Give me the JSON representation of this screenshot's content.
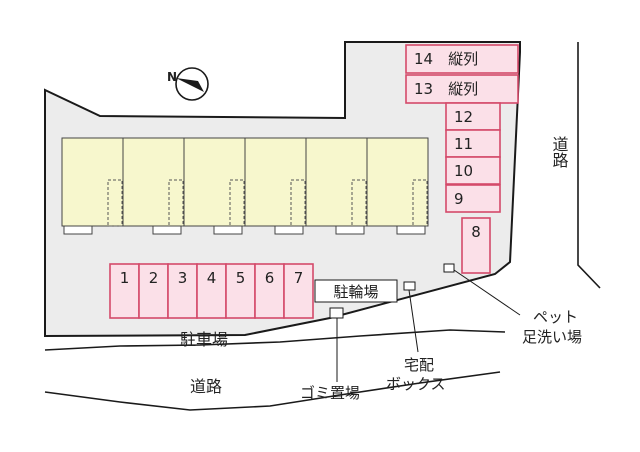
{
  "colors": {
    "lot_fill": "#ececec",
    "lot_stroke": "#1a1a1a",
    "building_fill": "#f7f7cd",
    "building_stroke": "#444444",
    "parking_fill": "#fbe0e8",
    "parking_stroke": "#d44a6a",
    "road_stroke": "#1a1a1a",
    "text": "#222222"
  },
  "compass": {
    "label": "N",
    "icon": "north-arrow-icon"
  },
  "parking": {
    "north_column": [
      "14　縦列",
      "13　縦列",
      "12",
      "11",
      "10",
      "9"
    ],
    "space_8": "8",
    "front_row": [
      "1",
      "2",
      "3",
      "4",
      "5",
      "6",
      "7"
    ]
  },
  "building": {
    "unit_count": 6
  },
  "labels": {
    "parking_lot": "駐車場",
    "bicycle_parking": "駐輪場",
    "road_bottom": "道路",
    "road_right": "道路",
    "garbage": "ゴミ置場",
    "delivery_box_line1": "宅配",
    "delivery_box_line2": "ボックス",
    "pet_wash_line1": "ペット",
    "pet_wash_line2": "足洗い場"
  }
}
